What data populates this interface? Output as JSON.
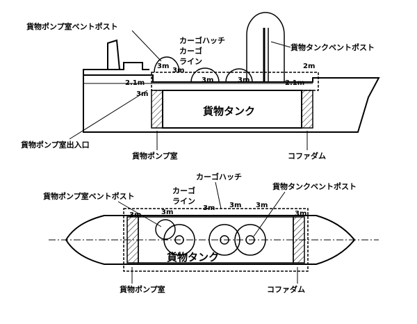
{
  "side_view": {
    "cargo_pump_room_vent_post": "貨物ポンプ室ベントポスト",
    "cargo_hatch": "カーゴハッチ",
    "cargo_line": [
      "カーゴ",
      "ライン"
    ],
    "cargo_tank_vent_post": "貨物タンクベントポスト",
    "cargo_tank": "貨物タンク",
    "cargo_pump_room_entrance": "貨物ポンプ室出入口",
    "cargo_pump_room": "貨物ポンプ室",
    "cofferdam": "コファダム",
    "dims": {
      "d_3m_a": "3m",
      "d_3m_b": "3m",
      "d_3m_c": "3m",
      "d_3m_d": "3m",
      "d_2_1m_left": "2.1m",
      "d_3m_left": "3m",
      "d_2m_right": "2m",
      "d_2_1m_right": "2.1m"
    }
  },
  "plan_view": {
    "cargo_hatch": "カーゴハッチ",
    "cargo_pump_room_vent_post": "貨物ポンプ室ベントポスト",
    "cargo_line": [
      "カーゴ",
      "ライン"
    ],
    "cargo_tank_vent_post": "貨物タンクベントポスト",
    "cargo_tank": "貨物タンク",
    "cargo_pump_room": "貨物ポンプ室",
    "cofferdam": "コファダム",
    "dims": {
      "d_3m_left": "3m",
      "d_3m_vent": "3m",
      "d_3m_hatch": "3m",
      "d_3m_hatch2": "3m",
      "d_3m_tankvent": "3m",
      "d_3m_right": "3m"
    }
  }
}
